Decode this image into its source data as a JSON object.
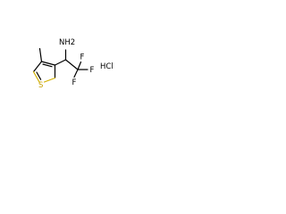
{
  "molecule": {
    "atoms": {
      "nh2": "NH2",
      "f_top": "F",
      "f_right": "F",
      "f_bottom": "F",
      "s": "S"
    },
    "salt": "HCl",
    "colors": {
      "bond": "#000000",
      "sulfur": "#d2b100"
    }
  }
}
